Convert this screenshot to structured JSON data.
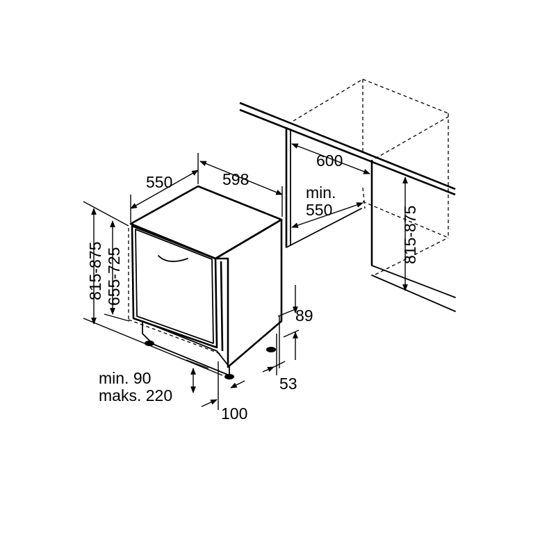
{
  "dimensions": {
    "depth": "550",
    "width": "598",
    "niche_width": "600",
    "niche_depth_line1": "min.",
    "niche_depth_line2": "550",
    "height_right": "815-875",
    "height_left_outer": "815-875",
    "height_left_inner": "655-725",
    "plinth_height": "89",
    "plinth_recess": "53",
    "door_gap_line1": "min. 90",
    "door_gap_line2": "maks. 220",
    "foot_offset": "100"
  }
}
